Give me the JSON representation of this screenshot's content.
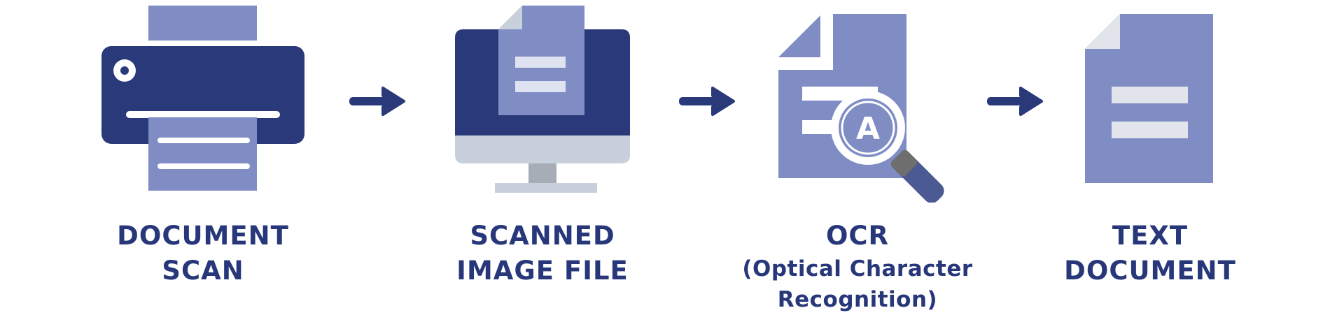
{
  "colors": {
    "navy": "#293979",
    "lavender": "#7f8dc4",
    "light_gray": "#c8d1db",
    "stand_gray": "#a6adb7",
    "white": "#ffffff",
    "label_text": "#27377a"
  },
  "steps": [
    {
      "icon": "printer-icon",
      "label": "DOCUMENT\nSCAN"
    },
    {
      "icon": "monitor-icon",
      "label": "SCANNED\nIMAGE FILE"
    },
    {
      "icon": "ocr-magnifier-icon",
      "label": "OCR",
      "sublabel": "(Optical Character\nRecognition)",
      "glyph": "A"
    },
    {
      "icon": "text-document-icon",
      "label": "TEXT\nDOCUMENT"
    }
  ],
  "arrows": [
    "arrow-right-icon",
    "arrow-right-icon",
    "arrow-right-icon"
  ]
}
